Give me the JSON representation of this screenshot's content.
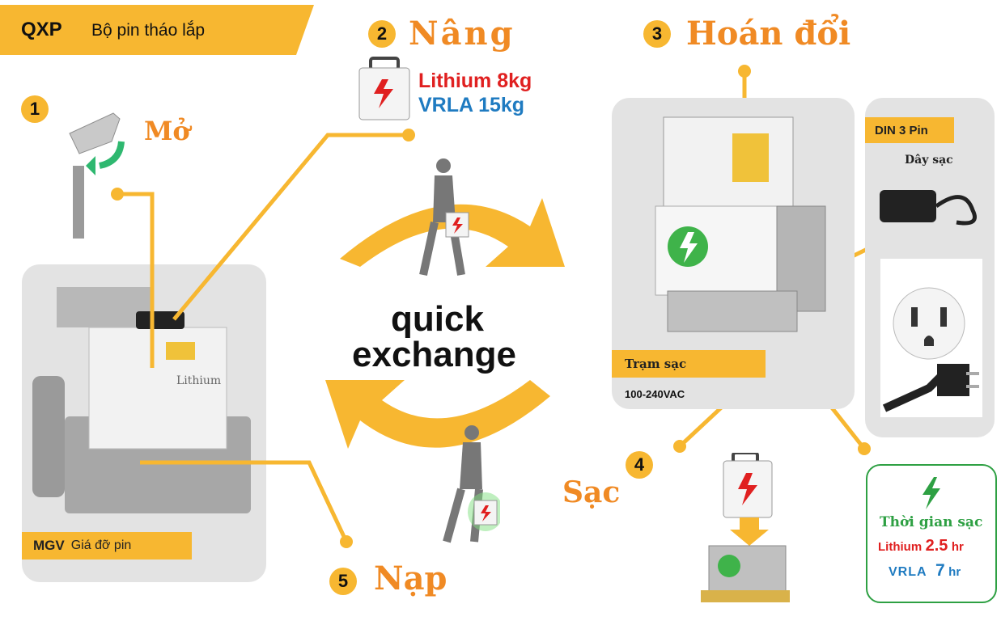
{
  "header": {
    "brand": "QXP",
    "title": "Bộ pin tháo lắp"
  },
  "steps": [
    {
      "num": "1",
      "label": "Mở"
    },
    {
      "num": "2",
      "label": "Nâng"
    },
    {
      "num": "3",
      "label": "Hoán đổi"
    },
    {
      "num": "4",
      "label": "Sạc"
    },
    {
      "num": "5",
      "label": "Nạp"
    }
  ],
  "weights": {
    "lithium": "Lithium 8kg",
    "vrla": "VRLA 15kg"
  },
  "center": {
    "line1": "quick",
    "line2": "exchange"
  },
  "mgv": {
    "code": "MGV",
    "label": "Giá đỡ pin"
  },
  "station": {
    "label": "Trạm sạc",
    "voltage": "100-240VAC"
  },
  "din": {
    "label": "DIN 3 Pin",
    "cable": "Dây sạc"
  },
  "charge_time": {
    "title": "Thời gian sạc",
    "lithium_name": "Lithium",
    "lithium_value": "2.5",
    "lithium_unit": "hr",
    "vrla_name": "VRLA",
    "vrla_value": "7",
    "vrla_unit": "hr"
  },
  "colors": {
    "accent": "#f7b731",
    "step_text": "#f08a24",
    "lithium": "#e02020",
    "vrla": "#1f7bc1",
    "green": "#2ea043"
  }
}
